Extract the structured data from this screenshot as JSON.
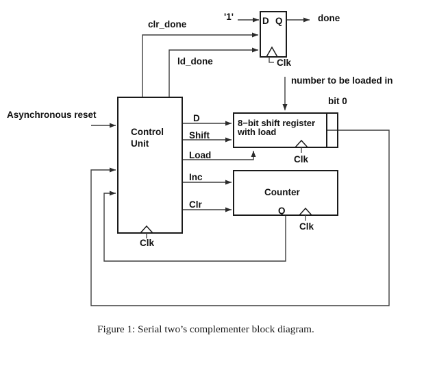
{
  "figure": {
    "caption": "Figure 1: Serial two’s complementer block diagram.",
    "colors": {
      "background": "#ffffff",
      "ink": "#1a1a1a",
      "wire": "#3d3d3d"
    },
    "blocks": {
      "flip_flop": {
        "d": "D",
        "q": "Q"
      },
      "control_unit": {
        "line1": "Control",
        "line2": "Unit"
      },
      "shift_register": {
        "line1": "8−bit shift register",
        "line2": "with load"
      },
      "counter": {
        "title": "Counter",
        "q": "Q"
      }
    },
    "signals": {
      "one": "'1'",
      "done": "done",
      "clr_done": "clr_done",
      "ld_done": "ld_done",
      "async_reset": "Asynchronous reset",
      "d": "D",
      "shift": "Shift",
      "load": "Load",
      "inc": "Inc",
      "clr": "Clr",
      "number_in": "number to be loaded in",
      "bit0": "bit 0",
      "clk": "Clk"
    }
  }
}
